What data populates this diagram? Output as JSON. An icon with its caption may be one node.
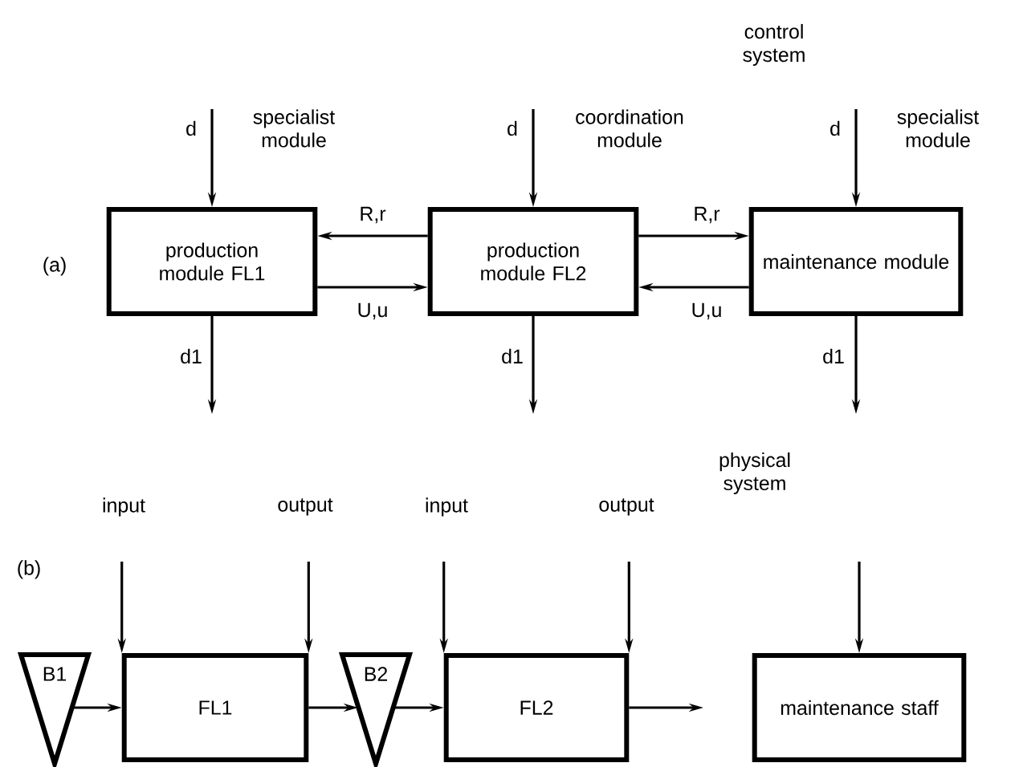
{
  "diagram": {
    "nodes": [
      {
        "text": [
          "production module FL1"
        ]
      },
      {
        "text": [
          "production module FL2"
        ]
      },
      {
        "text": [
          "maintenance module"
        ]
      },
      {
        "text": [
          "B1"
        ]
      },
      {
        "text": [
          "FL1"
        ]
      },
      {
        "text": [
          "B2"
        ]
      },
      {
        "text": [
          "FL2"
        ]
      },
      {
        "text": [
          "maintenance staff"
        ]
      }
    ],
    "edges": [
      {
        "from": null,
        "to": 0,
        "arrow": "to",
        "label": "d"
      },
      {
        "from": null,
        "to": 1,
        "arrow": "to",
        "label": "d"
      },
      {
        "from": null,
        "to": 2,
        "arrow": "to",
        "label": "d"
      },
      {
        "from": 1,
        "to": 0,
        "arrow": "to",
        "label": "R,r"
      },
      {
        "from": 0,
        "to": 1,
        "arrow": "to",
        "label": "U,u"
      },
      {
        "from": 1,
        "to": 2,
        "arrow": "to",
        "label": "R,r"
      },
      {
        "from": 2,
        "to": 1,
        "arrow": "to",
        "label": "U,u"
      },
      {
        "from": 0,
        "to": null,
        "arrow": "to",
        "label": "d1"
      },
      {
        "from": 1,
        "to": null,
        "arrow": "to",
        "label": "d1"
      },
      {
        "from": 2,
        "to": null,
        "arrow": "to",
        "label": "d1"
      },
      {
        "from": null,
        "to": 4,
        "arrow": "to"
      },
      {
        "from": null,
        "to": 4,
        "arrow": "to"
      },
      {
        "from": null,
        "to": 6,
        "arrow": "to"
      },
      {
        "from": null,
        "to": 6,
        "arrow": "to"
      },
      {
        "from": null,
        "to": 7,
        "arrow": "to"
      },
      {
        "from": 3,
        "to": 4,
        "arrow": "to"
      },
      {
        "from": 4,
        "to": 5,
        "arrow": "to"
      },
      {
        "from": 5,
        "to": 6,
        "arrow": "to"
      },
      {
        "from": 6,
        "to": null,
        "arrow": "to"
      }
    ],
    "labels": [
      "control system",
      "specialist module",
      "coordination module",
      "specialist module",
      "(a)",
      "physical system",
      "(b)",
      "input",
      "output",
      "input",
      "output"
    ]
  }
}
